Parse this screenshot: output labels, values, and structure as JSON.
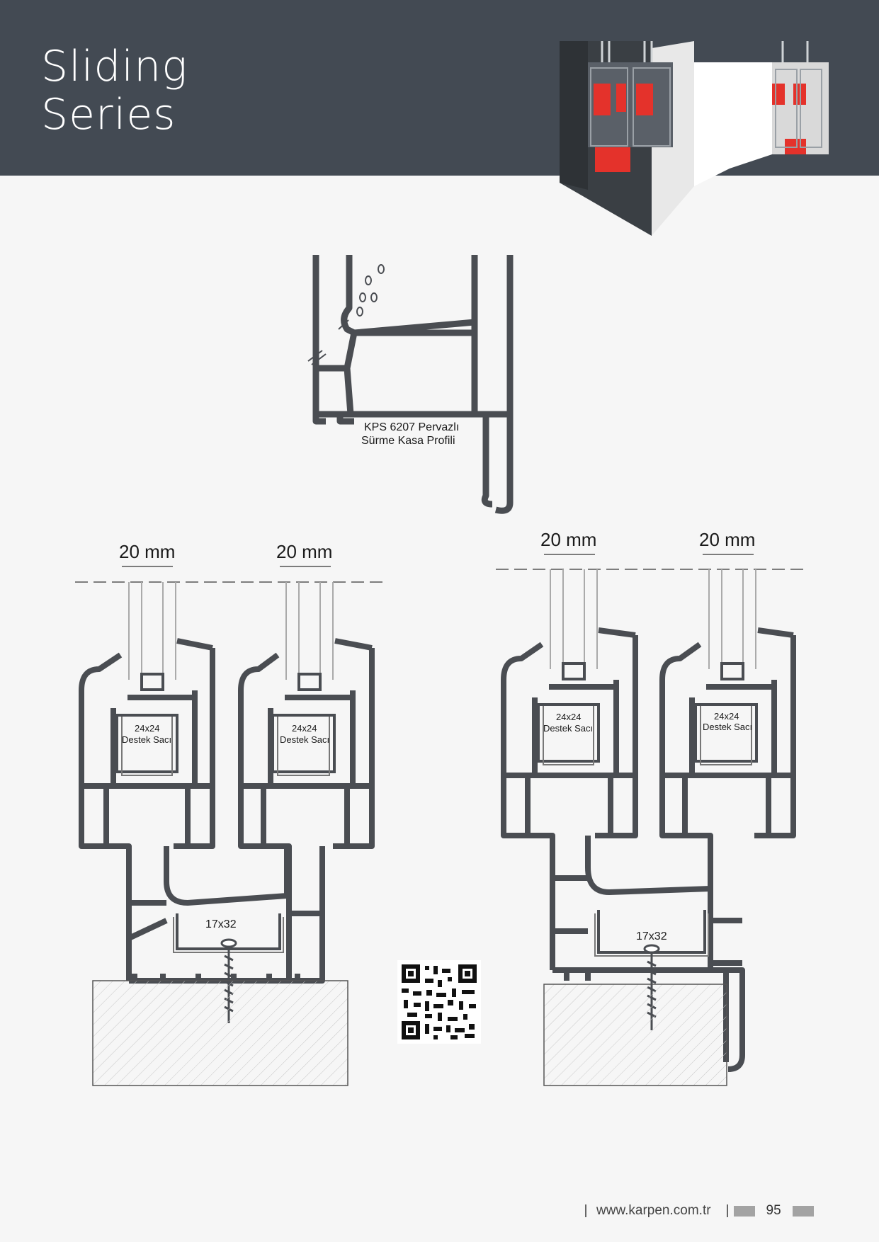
{
  "header": {
    "title_line1": "Sliding",
    "title_line2": "Series"
  },
  "frame_profile": {
    "label_line1": "KPS 6207 Pervazlı",
    "label_line2": "Sürme Kasa Profili"
  },
  "left_section": {
    "dim_1": "20 mm",
    "dim_2": "20 mm",
    "reinforcement_1": [
      "24x24",
      "Destek Sacı"
    ],
    "reinforcement_2": [
      "24x24",
      "Destek Sacı"
    ],
    "frame_reinforcement": "17x32"
  },
  "right_section": {
    "dim_1": "20 mm",
    "dim_2": "20 mm",
    "reinforcement_1": [
      "24x24",
      "Destek Sacı"
    ],
    "reinforcement_2": [
      "24x24",
      "Destek Sacı"
    ],
    "frame_reinforcement": "17x32"
  },
  "footer": {
    "website": "www.karpen.com.tr",
    "page_number": "95"
  },
  "colors": {
    "header_band": "#434a53",
    "profile_stroke": "#4a4d52",
    "gasket_red": "#e4322b"
  }
}
